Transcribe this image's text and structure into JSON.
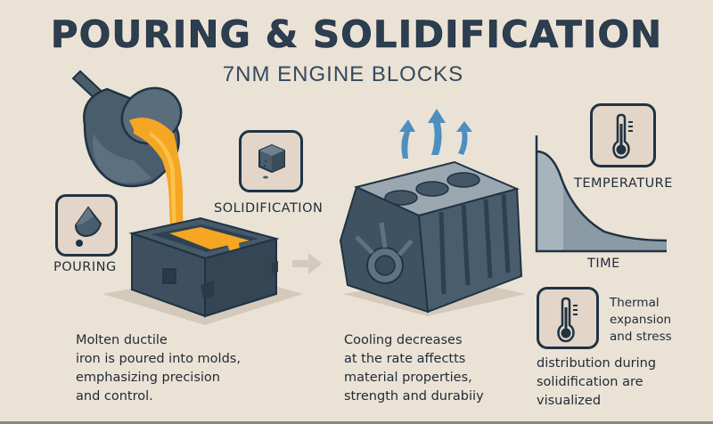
{
  "header": {
    "title": "POURING & SOLIDIFICATION",
    "subtitle": "7NM ENGINE BLOCKS"
  },
  "steps": {
    "pouring": {
      "label": "POURING",
      "icon": "molten-drop-icon",
      "description_lines": [
        "Molten ductile",
        "iron is poured into molds,",
        "emphasizing precision",
        "and control."
      ]
    },
    "solidification": {
      "label": "SOLIDIFICATION",
      "icon": "cube-icon"
    },
    "cooling": {
      "icon": "engine-block-illustration",
      "description_lines": [
        "Cooling decreases",
        "at the rate affectts",
        "material properties,",
        "strength and durabiiy"
      ]
    },
    "temperature": {
      "label": "TEMPERATURE",
      "icon": "thermometer-icon"
    },
    "thermal": {
      "icon": "thermometer-icon",
      "description_lines_right": [
        "Thermal",
        "expansion",
        "and stress"
      ],
      "description_lines_full": [
        "distribution during",
        "solidification are",
        "visualized"
      ]
    }
  },
  "chart_data": {
    "type": "area",
    "title": "",
    "xlabel": "TIME",
    "ylabel": "TEMPERATURE",
    "x": [
      0,
      1,
      2,
      3,
      4,
      5,
      6,
      7,
      8,
      9,
      10
    ],
    "values": [
      95,
      90,
      75,
      50,
      35,
      26,
      20,
      16,
      13,
      12,
      11
    ],
    "ylim": [
      0,
      100
    ],
    "grid": false,
    "legend": "none"
  },
  "colors": {
    "background": "#ebe2d6",
    "ink": "#1f2d3a",
    "iron": "#4a5d6c",
    "molten": "#f5a623",
    "steam": "#4d8fbf",
    "arrow": "#d3c9bc"
  }
}
